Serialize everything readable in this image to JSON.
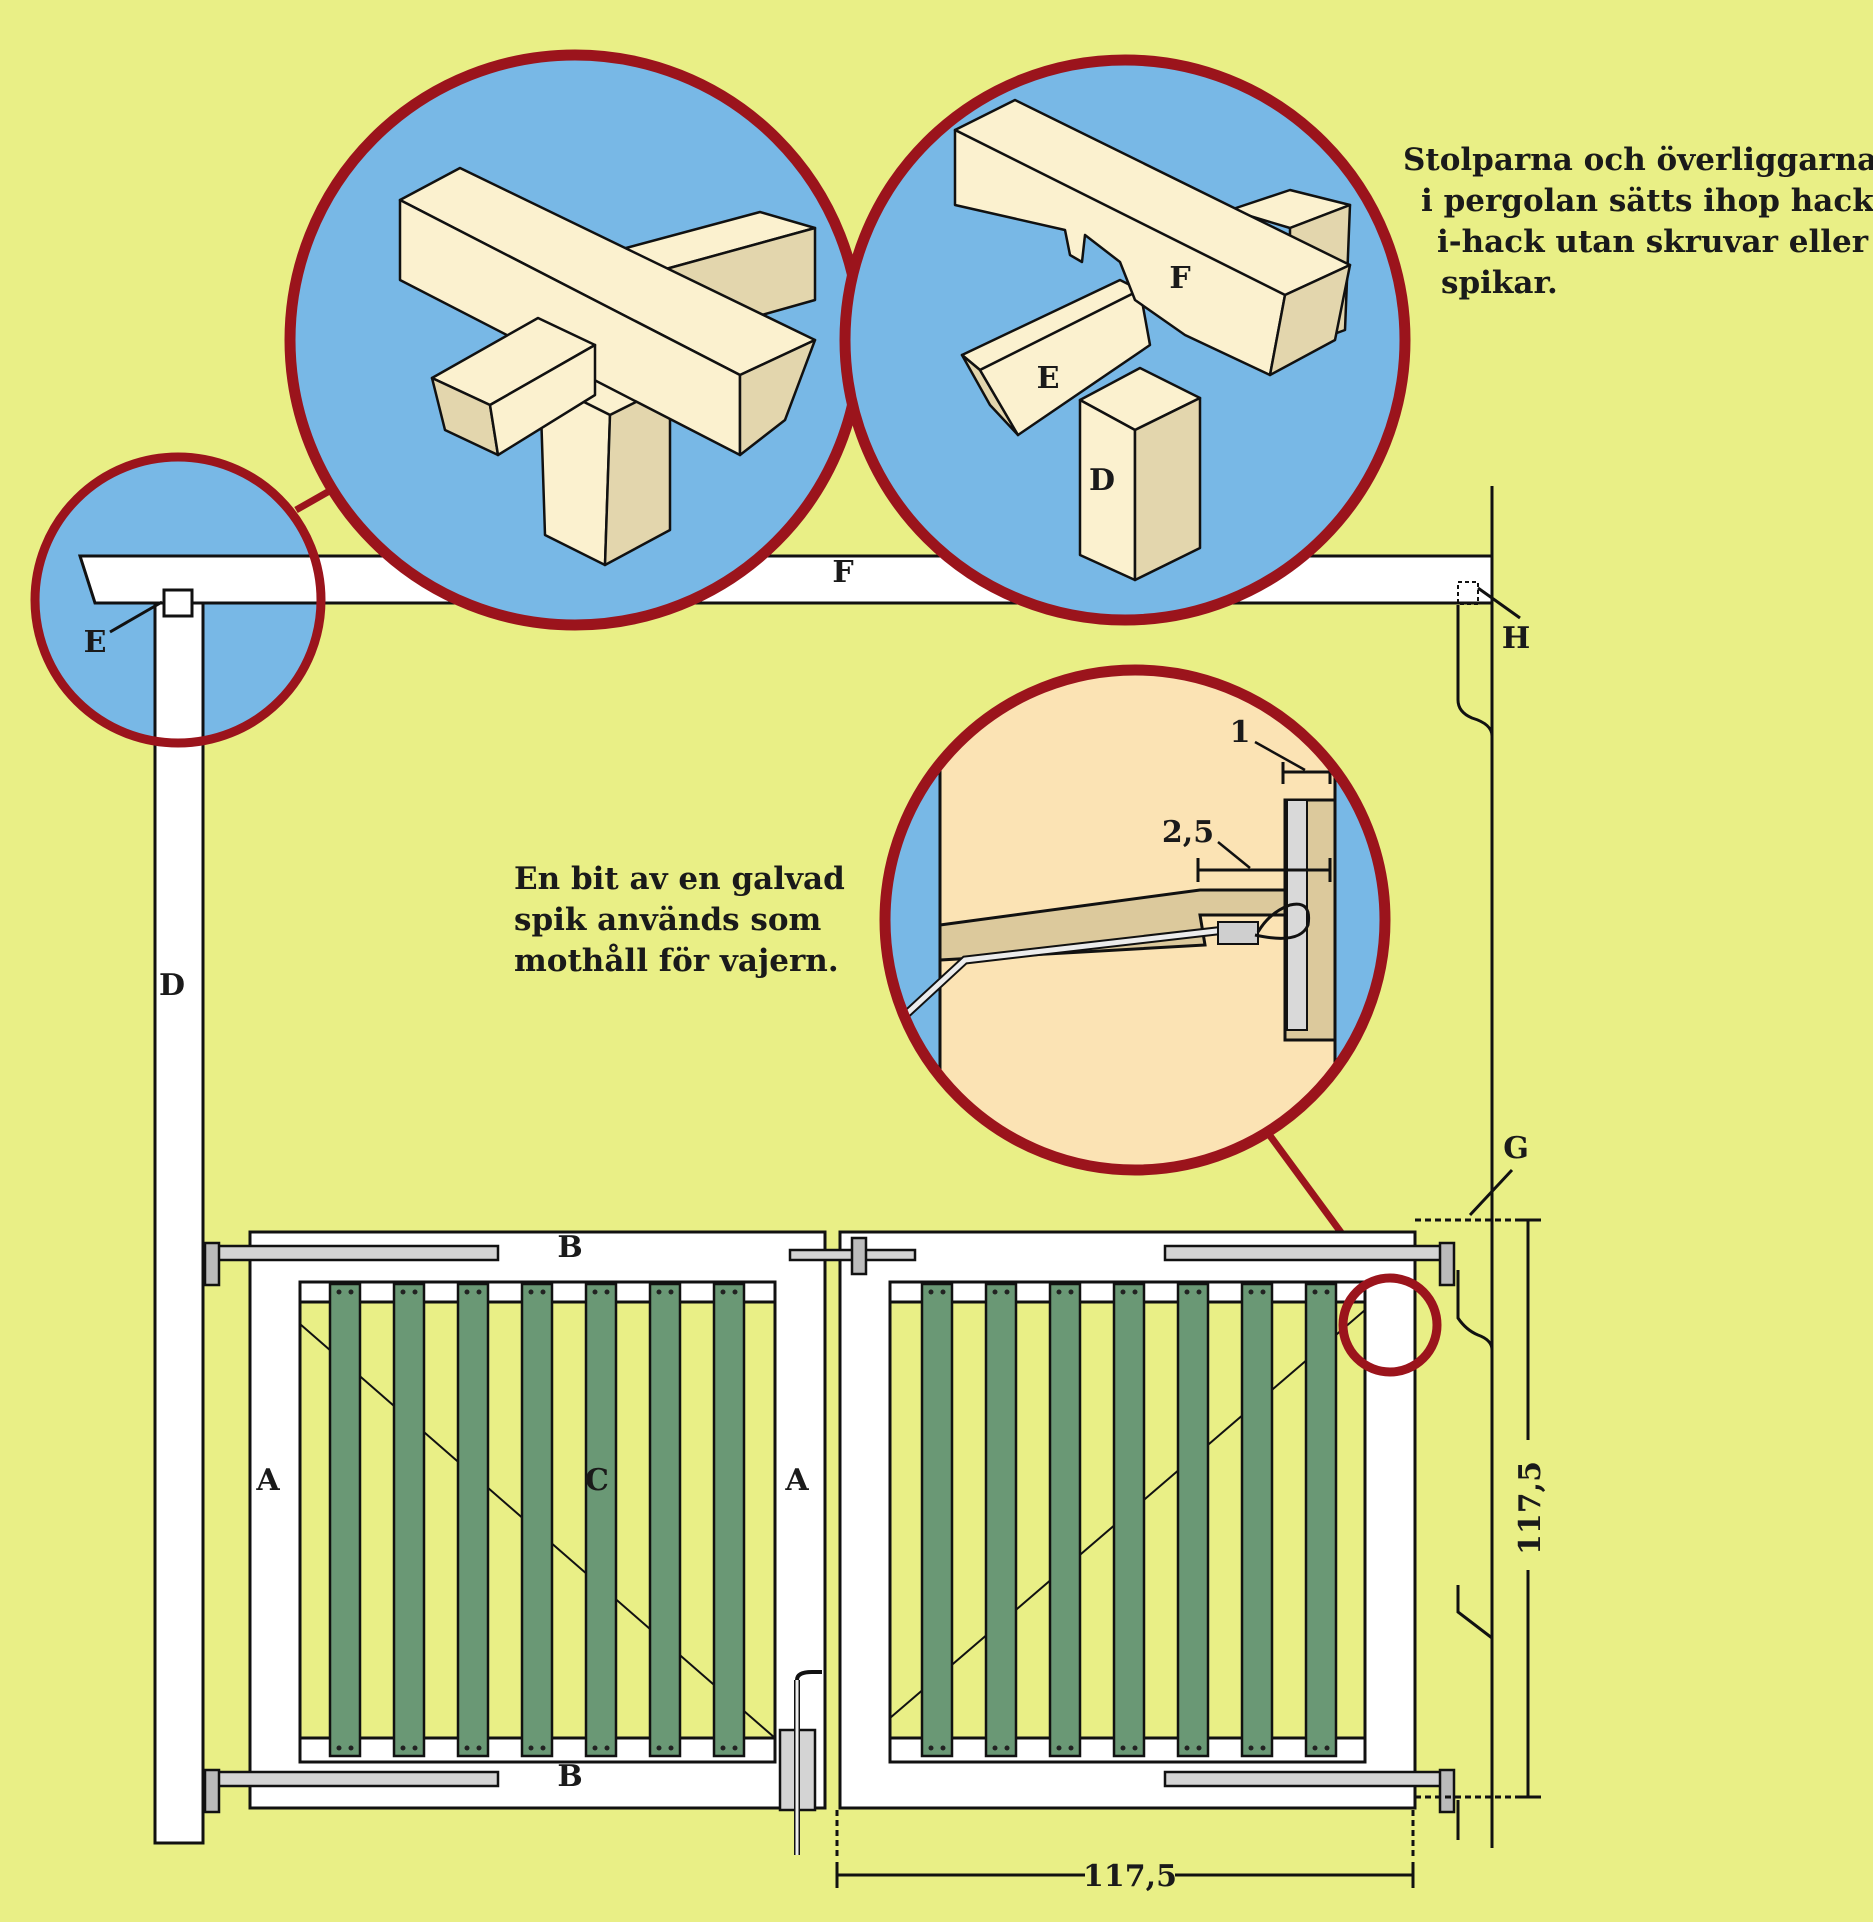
{
  "notes": {
    "joinery": [
      "Stolparna och överliggarna",
      "i pergolan sätts ihop hack-",
      "i-hack utan skruvar eller",
      "spikar."
    ],
    "nail": [
      "En bit av en galvad",
      "spik används som",
      "mothåll för vajern."
    ]
  },
  "labels": {
    "A": "A",
    "B": "B",
    "C": "C",
    "D": "D",
    "E": "E",
    "F": "F",
    "G": "G",
    "H": "H"
  },
  "dimensions": {
    "width": "117,5",
    "height": "117,5",
    "detail_small": "1",
    "detail_large": "2,5"
  },
  "colors": {
    "background": "#e9ef86",
    "sky": "#78b8e6",
    "circle_border": "#9b141c",
    "wood": "#fbf1cf",
    "wood_side": "#e3d6ad",
    "slat": "#6a9875",
    "frame": "#ffffff",
    "detail_bg": "#fbe3b4"
  }
}
